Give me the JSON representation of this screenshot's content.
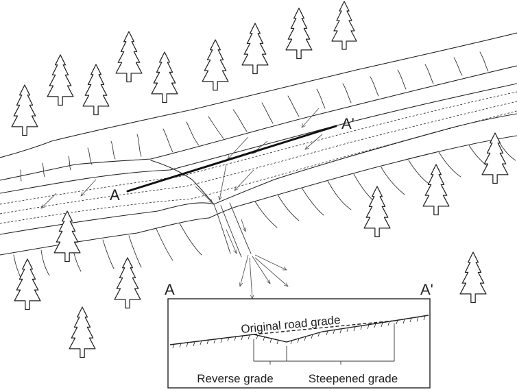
{
  "figure": {
    "section_start_label": "A",
    "section_end_label": "A'",
    "inset": {
      "left_label": "A",
      "right_label": "A'",
      "original_grade_label": "Original road grade",
      "reverse_grade_label": "Reverse grade",
      "steepened_grade_label": "Steepened grade"
    },
    "icons": [
      "conifer-tree-icon",
      "flow-arrow-icon"
    ],
    "colors": {
      "ink": "#222222",
      "background": "#ffffff"
    }
  }
}
